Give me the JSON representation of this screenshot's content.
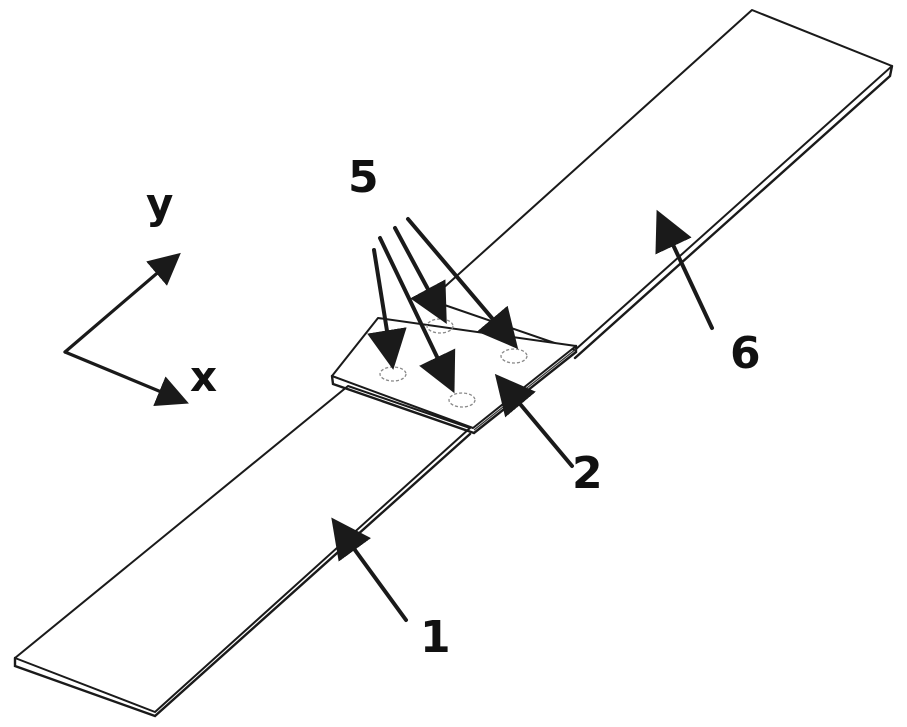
{
  "labels": {
    "axis_y": "y",
    "axis_x": "x",
    "spot_welds": "5",
    "overlap_plate": "2",
    "lower_sheet": "1",
    "upper_sheet": "6"
  }
}
